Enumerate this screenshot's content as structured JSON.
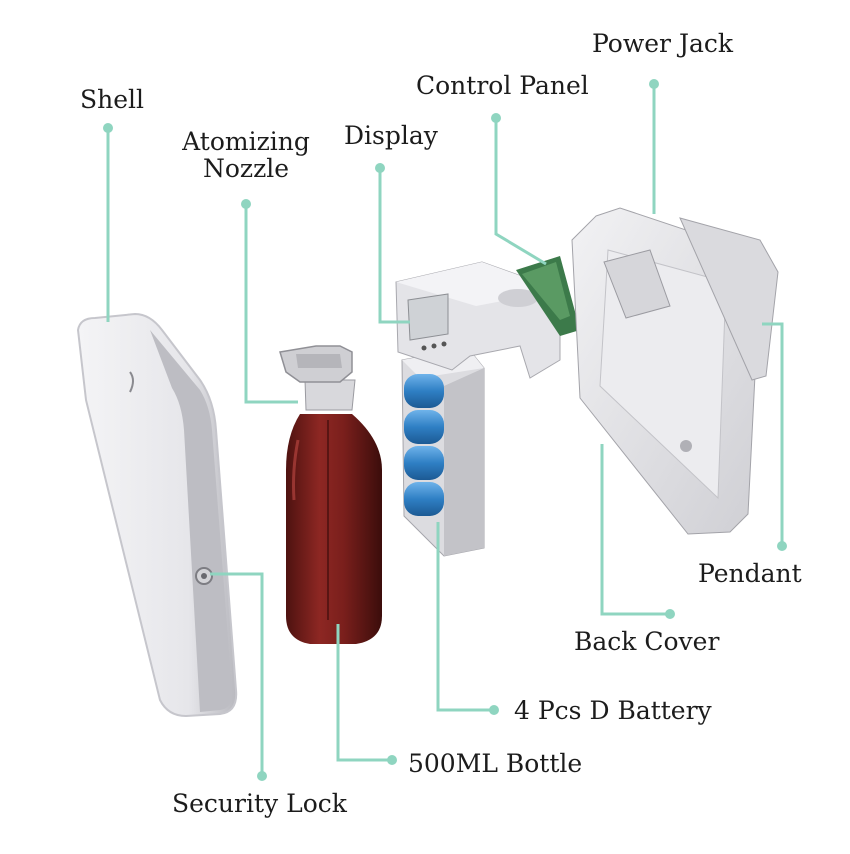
{
  "labels": {
    "shell": "Shell",
    "atomizing_nozzle": "Atomizing\nNozzle",
    "display": "Display",
    "control_panel": "Control Panel",
    "power_jack": "Power Jack",
    "pendant": "Pendant",
    "back_cover": "Back Cover",
    "battery": "4 Pcs D Battery",
    "bottle": "500ML Bottle",
    "security_lock": "Security Lock"
  },
  "colors": {
    "leader_line": "#8fd5c0",
    "bottle": "#7a1f1c",
    "battery": "#2f7fc4",
    "housing": "#e9e9ec"
  }
}
